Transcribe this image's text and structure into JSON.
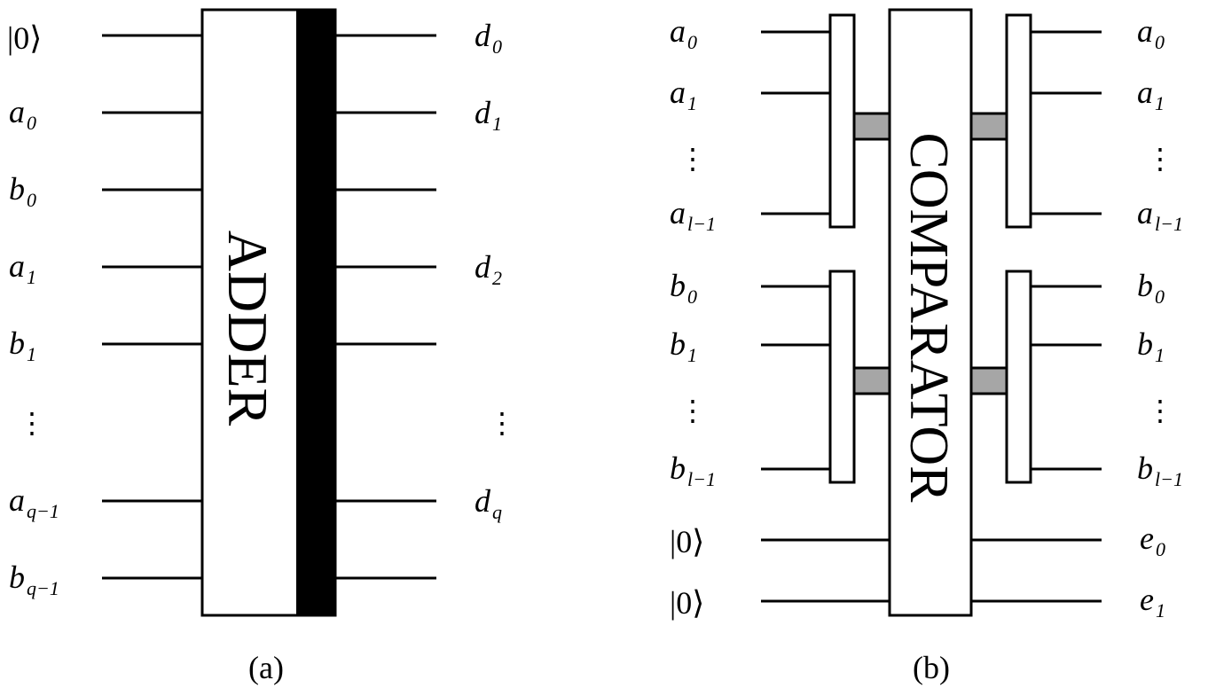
{
  "panel_a": {
    "caption": "(a)",
    "block_label": "ADDER",
    "inputs": [
      {
        "base": "|0⟩",
        "sub": ""
      },
      {
        "base": "a",
        "sub": "0"
      },
      {
        "base": "b",
        "sub": "0"
      },
      {
        "base": "a",
        "sub": "1"
      },
      {
        "base": "b",
        "sub": "1"
      },
      {
        "base": "⋮",
        "sub": ""
      },
      {
        "base": "a",
        "sub": "q−1"
      },
      {
        "base": "b",
        "sub": "q−1"
      }
    ],
    "outputs": [
      {
        "base": "d",
        "sub": "0"
      },
      {
        "base": "d",
        "sub": "1"
      },
      {
        "base": "",
        "sub": ""
      },
      {
        "base": "d",
        "sub": "2"
      },
      {
        "base": "",
        "sub": ""
      },
      {
        "base": "⋮",
        "sub": ""
      },
      {
        "base": "d",
        "sub": "q"
      },
      {
        "base": "",
        "sub": ""
      }
    ]
  },
  "panel_b": {
    "caption": "(b)",
    "block_label": "COMPARATOR",
    "inputs": [
      {
        "base": "a",
        "sub": "0"
      },
      {
        "base": "a",
        "sub": "1"
      },
      {
        "base": "⋮",
        "sub": ""
      },
      {
        "base": "a",
        "sub": "l−1"
      },
      {
        "base": "b",
        "sub": "0"
      },
      {
        "base": "b",
        "sub": "1"
      },
      {
        "base": "⋮",
        "sub": ""
      },
      {
        "base": "b",
        "sub": "l−1"
      },
      {
        "base": "|0⟩",
        "sub": ""
      },
      {
        "base": "|0⟩",
        "sub": ""
      }
    ],
    "outputs": [
      {
        "base": "a",
        "sub": "0"
      },
      {
        "base": "a",
        "sub": "1"
      },
      {
        "base": "⋮",
        "sub": ""
      },
      {
        "base": "a",
        "sub": "l−1"
      },
      {
        "base": "b",
        "sub": "0"
      },
      {
        "base": "b",
        "sub": "1"
      },
      {
        "base": "⋮",
        "sub": ""
      },
      {
        "base": "b",
        "sub": "l−1"
      },
      {
        "base": "e",
        "sub": "0"
      },
      {
        "base": "e",
        "sub": "1"
      }
    ]
  },
  "colors": {
    "line": "#000000",
    "connector_fill": "#a6a6a6",
    "block_fill": "#ffffff",
    "adder_bar": "#000000"
  }
}
